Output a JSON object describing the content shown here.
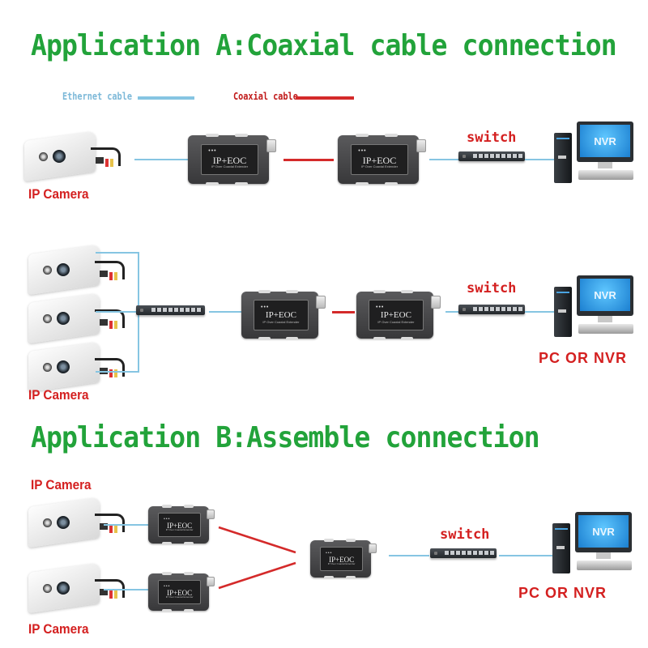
{
  "section_a": {
    "title": "Application A:Coaxial cable connection",
    "legend": {
      "ethernet_label": "Ethernet cable",
      "coaxial_label": "Coaxial cable"
    },
    "row1": {
      "camera_label": "IP Camera",
      "switch_label": "switch",
      "device_label": "IP+EOC",
      "device_sub": "IP Over Coaxial Extender",
      "monitor_text": "NVR"
    },
    "row2": {
      "camera_label": "IP Camera",
      "switch_label": "switch",
      "pc_label": "PC OR NVR",
      "device_label": "IP+EOC",
      "device_sub": "IP Over Coaxial Extender",
      "monitor_text": "NVR"
    }
  },
  "section_b": {
    "title": "Application B:Assemble connection",
    "camera_label_top": "IP Camera",
    "camera_label_bottom": "IP Camera",
    "switch_label": "switch",
    "pc_label": "PC OR NVR",
    "device_label": "IP+EOC",
    "device_sub": "IP Over Coaxial Extender",
    "monitor_text": "NVR"
  },
  "colors": {
    "title_green": "#22a33a",
    "label_red": "#d42020",
    "ethernet_blue": "#86c5e2",
    "coaxial_red": "#d42a2a"
  }
}
